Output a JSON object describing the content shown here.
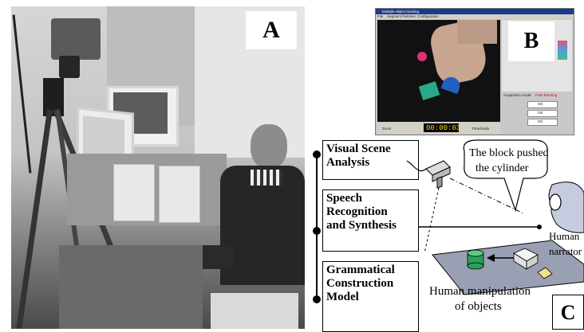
{
  "panels": {
    "a_label": "A",
    "b_label": "B",
    "c_label": "C"
  },
  "screen_b": {
    "title": "Multiple-object tracking",
    "menu": [
      "File",
      "Segment fine",
      "View",
      "Configuration"
    ],
    "zoom_label": "Zoom",
    "timer": "00:00:03",
    "threshold_label": "Thresholds",
    "acquisition_label": "Acquisition mode:",
    "acquisition_status": "Free Running",
    "ok_label": "OK"
  },
  "diagram": {
    "modules": [
      {
        "line1": "Visual Scene",
        "line2": "Analysis",
        "line3": ""
      },
      {
        "line1": "Speech",
        "line2": "Recognition",
        "line3": "and Synthesis"
      },
      {
        "line1": "Grammatical",
        "line2": "Construction",
        "line3": "Model"
      }
    ],
    "speech_bubble": {
      "line1": "The block pushed",
      "line2": "the cylinder"
    },
    "narrator": {
      "line1": "Human",
      "line2": "narrator"
    },
    "manipulation": {
      "line1": "Human manipulation",
      "line2": "of objects"
    },
    "colors": {
      "cylinder": "#2aa05a",
      "block": "#f0f0f0",
      "cube": "#f2e08a",
      "table": "#9aa0b4"
    }
  }
}
